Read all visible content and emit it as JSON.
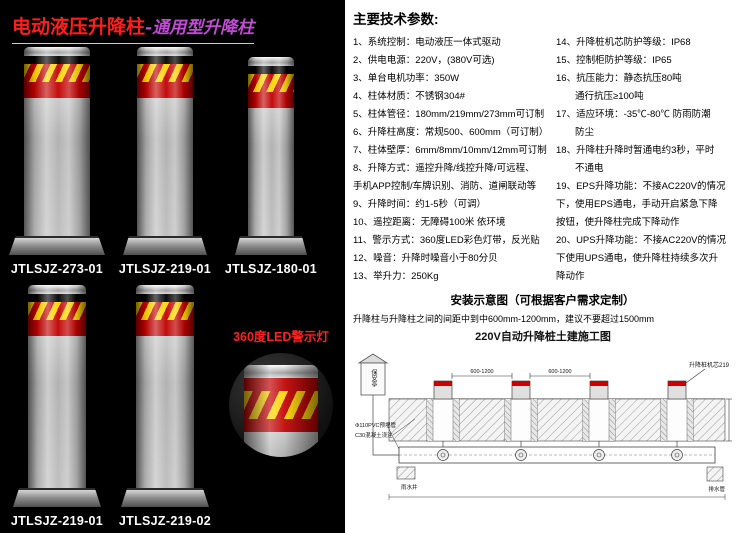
{
  "colors": {
    "title_red": "#ff1e1e",
    "title_purple": "#c24bd6",
    "led_label_red": "#ff2020",
    "band_red": "#cc0000",
    "band_yellow": "#ffd400",
    "panel_bg": "#000000"
  },
  "left_panel": {
    "title_red": "电动液压升降柱",
    "title_purple": "-通用型升降柱",
    "bollards": [
      {
        "label": "JTLSJZ-273-01"
      },
      {
        "label": "JTLSJZ-219-01"
      },
      {
        "label": "JTLSJZ-180-01"
      },
      {
        "label": "JTLSJZ-219-01"
      },
      {
        "label": "JTLSJZ-219-02"
      }
    ],
    "led_callout_label": "360度LED警示灯"
  },
  "specs": {
    "title": "主要技术参数:",
    "col_left": [
      "1、系统控制：电动液压一体式驱动",
      "2、供电电源：220V，(380V可选)",
      "3、单台电机功率：350W",
      "4、柱体材质：不锈钢304#",
      "5、柱体管径：180mm/219mm/273mm可订制",
      "6、升降柱高度：常规500、600mm（可订制）",
      "7、柱体壁厚：6mm/8mm/10mm/12mm可订制",
      "8、升降方式：遥控升降/线控升降/可远程、",
      "手机APP控制/车牌识别、消防、道闸联动等",
      "9、升降时间：约1-5秒（可调）",
      "10、遥控距离：无障碍100米 依环境",
      "11、警示方式：360度LED彩色灯带，反光贴",
      "12、噪音：升降时噪音小于80分贝",
      "13、举升力：250Kg"
    ],
    "col_right": [
      "14、升降桩机芯防护等级：IP68",
      "15、控制柜防护等级：IP65",
      "16、抗压能力：静态抗压80吨",
      "　　通行抗压≥100吨",
      "17、适应环境：-35℃-80℃ 防雨防潮",
      "　　防尘",
      "18、升降柱升降时暂通电约3秒，平时",
      "　　不通电",
      "19、EPS升降功能：不接AC220V的情况",
      "下，使用EPS通电，手动开启紧急下降",
      "按钮，使升降柱完成下降动作",
      "20、UPS升降功能：不接AC220V的情况",
      "下使用UPS通电，使升降柱持续多次升",
      "降动作"
    ]
  },
  "install": {
    "title": "安装示意图（可根据客户需求定制）",
    "note": "升降柱与升降柱之间的间距中到中600mm-1200mm，建议不要超过1500mm",
    "diagram": {
      "title": "220V自动升降桩土建施工图",
      "booth": "保安亭",
      "core_label": "升降桩机芯219",
      "dim_a": "600-1200",
      "dim_b": "600-1200",
      "pvc_label": "Φ110PVC预埋管",
      "concrete_label": "C30混凝土浇注",
      "drain_label": "排水管",
      "well_label": "雨水井"
    }
  }
}
